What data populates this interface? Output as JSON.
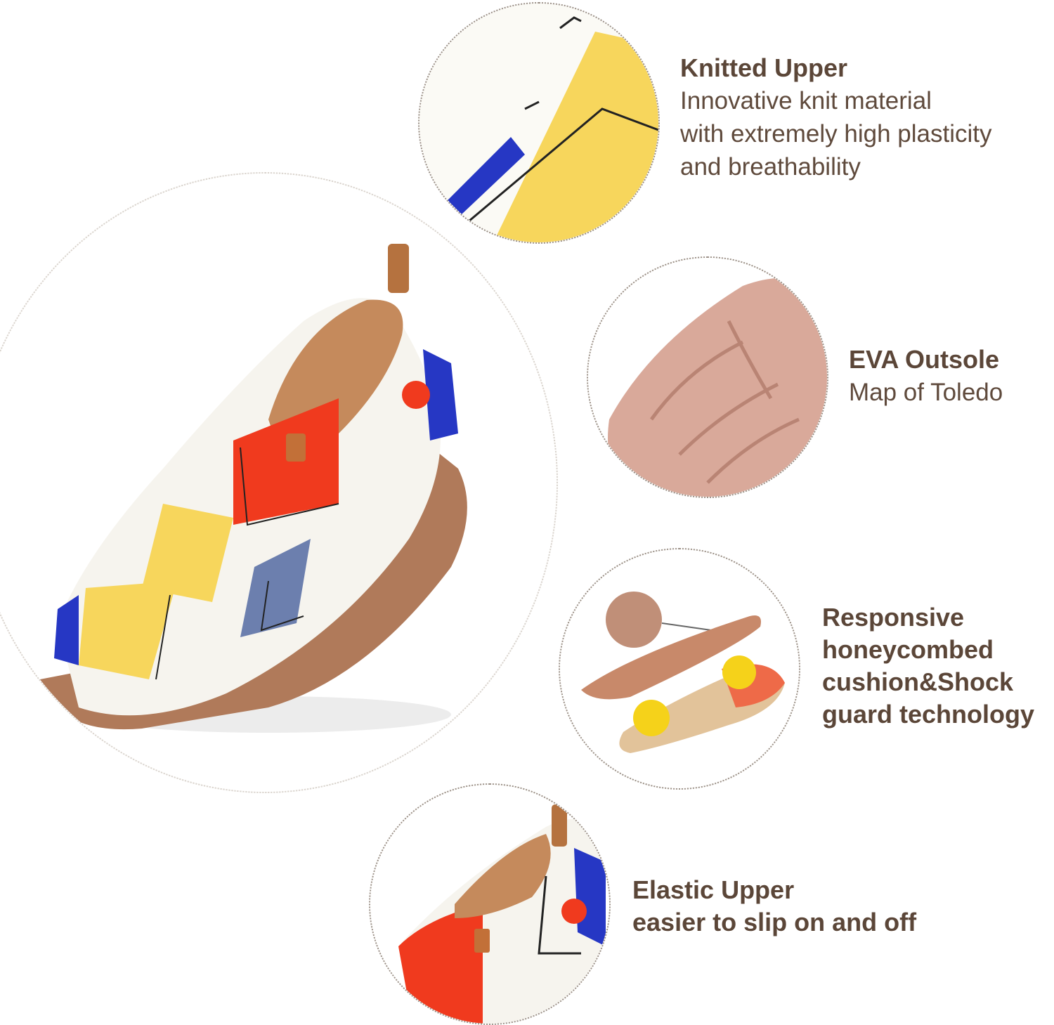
{
  "features": [
    {
      "title": "Knitted Upper",
      "lines": [
        "Innovative knit material",
        "with extremely high plasticity",
        "and breathability"
      ]
    },
    {
      "title": "EVA Outsole",
      "lines": [
        "Map of Toledo"
      ]
    },
    {
      "title_lines": [
        "Responsive",
        "honeycombed",
        "cushion&Shock",
        "guard technology"
      ]
    },
    {
      "title_lines": [
        "Elastic Upper",
        "easier to slip on and off"
      ]
    }
  ],
  "colors": {
    "text": "#5b4638",
    "shoe_red": "#f03a1e",
    "shoe_yellow": "#f7d65c",
    "shoe_blue": "#2637c4",
    "shoe_slate": "#6c7fae",
    "sole_brown": "#b07a5a",
    "outsole_pink": "#d9a99a"
  }
}
